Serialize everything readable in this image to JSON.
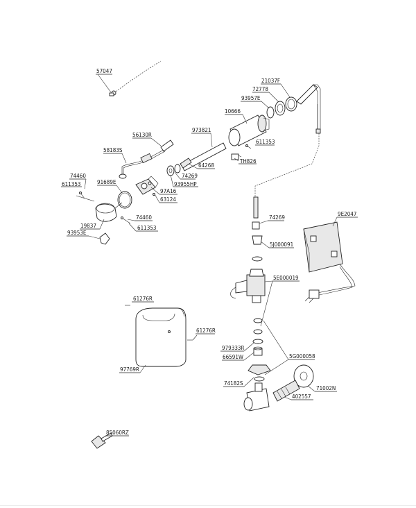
{
  "labels": {
    "p57047": "57047",
    "p21037F": "21037F",
    "p72778": "72778",
    "p93957E": "93957E",
    "p10666": "10666",
    "p97382I": "973821",
    "p611353a": "611353",
    "pTH826": "TH826",
    "p64268": "64268",
    "p56130R": "56130R",
    "p58183S": "58183S",
    "p74460a": "74460",
    "p611353b": "611353",
    "p91689E": "91689E",
    "p74269a": "74269",
    "p93955HP": "93955HP",
    "p97A16": "97A16",
    "p63124": "63124",
    "p74460b": "74460",
    "p19837": "19837",
    "p611353c": "611353",
    "p93953E": "93953E",
    "p74269b": "74269",
    "p9E2047": "9E2047",
    "p5J000091": "5J000091",
    "p5E000019": "5E000019",
    "p61276Ra": "61276R",
    "p61276Rb": "61276R",
    "p97769R": "97769R",
    "p979333R": "979333R",
    "p66591W": "66591W",
    "p5G000058": "5G000058",
    "p74182S": "74182S",
    "p71002N": "71002N",
    "p402557": "402557",
    "p85060RZ": "85060RZ"
  }
}
